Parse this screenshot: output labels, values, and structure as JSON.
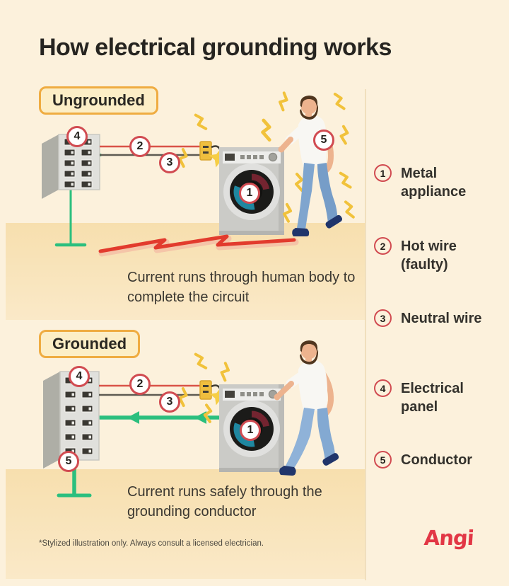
{
  "title": "How electrical grounding works",
  "ungrounded": {
    "badge": "Ungrounded",
    "caption": "Current runs through human body to complete the circuit"
  },
  "grounded": {
    "badge": "Grounded",
    "caption": "Current runs safely through the grounding conductor"
  },
  "markers": {
    "appliance": "1",
    "hot_wire": "2",
    "neutral_wire": "3",
    "panel": "4",
    "conductor": "5"
  },
  "legend": {
    "items": [
      {
        "num": "1",
        "label": "Metal appliance"
      },
      {
        "num": "2",
        "label": "Hot wire (faulty)"
      },
      {
        "num": "3",
        "label": "Neutral wire"
      },
      {
        "num": "4",
        "label": "Electrical panel"
      },
      {
        "num": "5",
        "label": "Conductor"
      }
    ]
  },
  "footer": {
    "disclaimer": "*Stylized illustration only. Always consult a licensed electrician.",
    "brand": "Angi"
  },
  "colors": {
    "background": "#FCF1DC",
    "floor": "#F8E3BA",
    "badge_gold": "#EFAC41",
    "marker_red": "#D14B51",
    "hot_wire": "#D95348",
    "neutral_wire": "#5E5B52",
    "ground_green": "#2BBF7E",
    "bolt_yellow": "#F1C23B",
    "fault_red": "#E23B2D",
    "angi_red": "#E23745"
  }
}
